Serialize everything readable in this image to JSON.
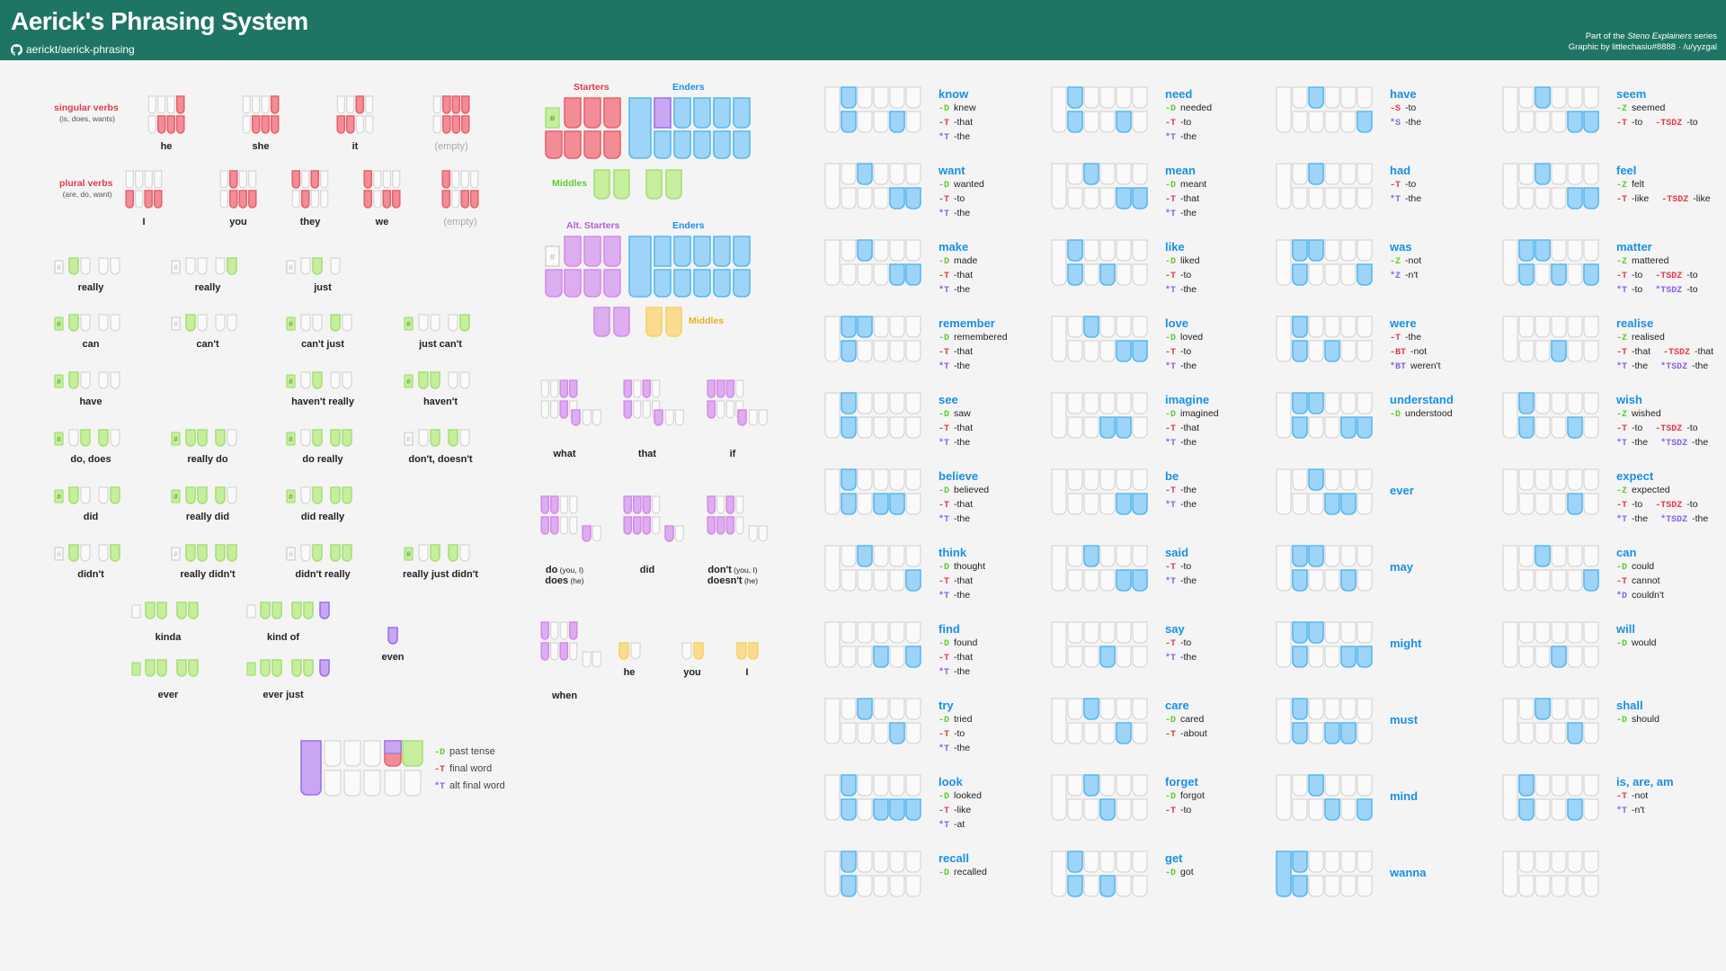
{
  "header": {
    "title": "Aerick's Phrasing System",
    "repo": "aerickt/aerick-phrasing",
    "credit_prefix": "Part of the",
    "credit_series": "Steno Explainers",
    "credit_suffix": "series",
    "credit_line2": "Graphic by littlechasiu#8888 · /u/yyzgal"
  },
  "colors": {
    "header": "#1e7563",
    "starter": "#e9616d",
    "ender": "#58b8f1",
    "middle": "#a6e07a",
    "alt_starter": "#d68be9",
    "alt_middle": "#f7d16a",
    "tense": "#c9a6f2",
    "word": "#1a90e6"
  },
  "left": {
    "singular_label": "singular verbs",
    "singular_sub": "(is, does, wants)",
    "plural_label": "plural verbs",
    "plural_sub": "(are, do, want)",
    "starters_row1": [
      "he",
      "she",
      "it",
      "(empty)"
    ],
    "starters_row2": [
      "I",
      "you",
      "they",
      "we",
      "(empty)"
    ],
    "middles": [
      "really",
      "really",
      "just",
      "can",
      "can't",
      "can't just",
      "just can't",
      "have",
      "haven't really",
      "haven't",
      "do, does",
      "really do",
      "do really",
      "don't, doesn't",
      "did",
      "really did",
      "did really",
      "didn't",
      "really didn't",
      "didn't really",
      "really just didn't",
      "kinda",
      "kind of",
      "even",
      "ever",
      "ever just"
    ]
  },
  "diagram": {
    "starters": "Starters",
    "enders": "Enders",
    "middles": "Middles",
    "alt_starters": "Alt. Starters",
    "enders2": "Enders",
    "middles2": "Middles"
  },
  "alt": {
    "labels": [
      "what",
      "that",
      "if",
      "did",
      "when",
      "he",
      "you",
      "I"
    ],
    "do_does": {
      "a": "do",
      "a_sm": "(you, I)",
      "b": "does",
      "b_sm": "(he)"
    },
    "dont": {
      "a": "don't",
      "a_sm": "(you, I)",
      "b": "doesn't",
      "b_sm": "(he)"
    }
  },
  "key": [
    {
      "code": "-D",
      "text": "past tense"
    },
    {
      "code": "-T",
      "text": "final word"
    },
    {
      "code": "*T",
      "text": "alt final word"
    }
  ],
  "words": [
    [
      {
        "w": "know",
        "v": [
          [
            "-D",
            "knew"
          ],
          [
            "-T",
            "-that"
          ],
          [
            "*T",
            "-the"
          ]
        ]
      },
      {
        "w": "want",
        "v": [
          [
            "-D",
            "wanted"
          ],
          [
            "-T",
            "-to"
          ],
          [
            "*T",
            "-the"
          ]
        ]
      },
      {
        "w": "make",
        "v": [
          [
            "-D",
            "made"
          ],
          [
            "-T",
            "-that"
          ],
          [
            "*T",
            "-the"
          ]
        ]
      },
      {
        "w": "remember",
        "v": [
          [
            "-D",
            "remembered"
          ],
          [
            "-T",
            "-that"
          ],
          [
            "*T",
            "-the"
          ]
        ]
      },
      {
        "w": "see",
        "v": [
          [
            "-D",
            "saw"
          ],
          [
            "-T",
            "-that"
          ],
          [
            "*T",
            "-the"
          ]
        ]
      },
      {
        "w": "believe",
        "v": [
          [
            "-D",
            "believed"
          ],
          [
            "-T",
            "-that"
          ],
          [
            "*T",
            "-the"
          ]
        ]
      },
      {
        "w": "think",
        "v": [
          [
            "-D",
            "thought"
          ],
          [
            "-T",
            "-that"
          ],
          [
            "*T",
            "-the"
          ]
        ]
      },
      {
        "w": "find",
        "v": [
          [
            "-D",
            "found"
          ],
          [
            "-T",
            "-that"
          ],
          [
            "*T",
            "-the"
          ]
        ]
      },
      {
        "w": "try",
        "v": [
          [
            "-D",
            "tried"
          ],
          [
            "-T",
            "-to"
          ],
          [
            "*T",
            "-the"
          ]
        ]
      },
      {
        "w": "look",
        "v": [
          [
            "-D",
            "looked"
          ],
          [
            "-T",
            "-like"
          ],
          [
            "*T",
            "-at"
          ]
        ]
      },
      {
        "w": "recall",
        "v": [
          [
            "-D",
            "recalled"
          ]
        ]
      }
    ],
    [
      {
        "w": "need",
        "v": [
          [
            "-D",
            "needed"
          ],
          [
            "-T",
            "-to"
          ],
          [
            "*T",
            "-the"
          ]
        ]
      },
      {
        "w": "mean",
        "v": [
          [
            "-D",
            "meant"
          ],
          [
            "-T",
            "-that"
          ],
          [
            "*T",
            "-the"
          ]
        ]
      },
      {
        "w": "like",
        "v": [
          [
            "-D",
            "liked"
          ],
          [
            "-T",
            "-to"
          ],
          [
            "*T",
            "-the"
          ]
        ]
      },
      {
        "w": "love",
        "v": [
          [
            "-D",
            "loved"
          ],
          [
            "-T",
            "-to"
          ],
          [
            "*T",
            "-the"
          ]
        ]
      },
      {
        "w": "imagine",
        "v": [
          [
            "-D",
            "imagined"
          ],
          [
            "-T",
            "-that"
          ],
          [
            "*T",
            "-the"
          ]
        ]
      },
      {
        "w": "be",
        "v": [
          [
            "-T",
            "-the"
          ],
          [
            "*T",
            "-the"
          ]
        ]
      },
      {
        "w": "said",
        "v": [
          [
            "-T",
            "-to"
          ],
          [
            "*T",
            "-the"
          ]
        ]
      },
      {
        "w": "say",
        "v": [
          [
            "-T",
            "-to"
          ],
          [
            "*T",
            "-the"
          ]
        ]
      },
      {
        "w": "care",
        "v": [
          [
            "-D",
            "cared"
          ],
          [
            "-T",
            "-about"
          ]
        ]
      },
      {
        "w": "forget",
        "v": [
          [
            "-D",
            "forgot"
          ],
          [
            "-T",
            "-to"
          ]
        ]
      },
      {
        "w": "get",
        "v": [
          [
            "-D",
            "got"
          ]
        ]
      }
    ],
    [
      {
        "w": "have",
        "v": [
          [
            "-S",
            "-to"
          ],
          [
            "*S",
            "-the"
          ]
        ]
      },
      {
        "w": "had",
        "v": [
          [
            "-T",
            "-to"
          ],
          [
            "*T",
            "-the"
          ]
        ]
      },
      {
        "w": "was",
        "v": [
          [
            "-Z",
            "-not"
          ],
          [
            "*Z",
            "-n't"
          ]
        ]
      },
      {
        "w": "were",
        "v": [
          [
            "-T",
            "-the"
          ],
          [
            "-BT",
            "-not"
          ],
          [
            "*BT",
            "weren't"
          ]
        ]
      },
      {
        "w": "understand",
        "v": [
          [
            "-D",
            "understood"
          ]
        ]
      },
      {
        "w": "ever",
        "v": []
      },
      {
        "w": "may",
        "v": []
      },
      {
        "w": "might",
        "v": []
      },
      {
        "w": "must",
        "v": []
      },
      {
        "w": "mind",
        "v": []
      },
      {
        "w": "wanna",
        "v": []
      }
    ],
    [
      {
        "w": "seem",
        "v": [
          [
            "-Z",
            "seemed"
          ],
          [
            "-T",
            "-to",
            "-TSDZ",
            "-to"
          ]
        ]
      },
      {
        "w": "feel",
        "v": [
          [
            "-Z",
            "felt"
          ],
          [
            "-T",
            "-like",
            "-TSDZ",
            "-like"
          ]
        ]
      },
      {
        "w": "matter",
        "v": [
          [
            "-Z",
            "mattered"
          ],
          [
            "-T",
            "-to",
            "-TSDZ",
            "-to"
          ],
          [
            "*T",
            "-to",
            "*TSDZ",
            "-to"
          ]
        ]
      },
      {
        "w": "realise",
        "v": [
          [
            "-Z",
            "realised"
          ],
          [
            "-T",
            "-that",
            "-TSDZ",
            "-that"
          ],
          [
            "*T",
            "-the",
            "*TSDZ",
            "-the"
          ]
        ]
      },
      {
        "w": "wish",
        "v": [
          [
            "-Z",
            "wished"
          ],
          [
            "-T",
            "-to",
            "-TSDZ",
            "-to"
          ],
          [
            "*T",
            "-the",
            "*TSDZ",
            "-the"
          ]
        ]
      },
      {
        "w": "expect",
        "v": [
          [
            "-Z",
            "expected"
          ],
          [
            "-T",
            "-to",
            "-TSDZ",
            "-to"
          ],
          [
            "*T",
            "-the",
            "*TSDZ",
            "-the"
          ]
        ]
      },
      {
        "w": "can",
        "v": [
          [
            "-D",
            "could"
          ],
          [
            "-T",
            "cannot"
          ],
          [
            "*D",
            "couldn't"
          ]
        ]
      },
      {
        "w": "will",
        "v": [
          [
            "-D",
            "would"
          ]
        ]
      },
      {
        "w": "shall",
        "v": [
          [
            "-D",
            "should"
          ]
        ]
      },
      {
        "w": "is, are, am",
        "v": [
          [
            "-T",
            "-not"
          ],
          [
            "*T",
            "-n't"
          ]
        ]
      },
      {
        "w": "",
        "v": []
      }
    ]
  ]
}
